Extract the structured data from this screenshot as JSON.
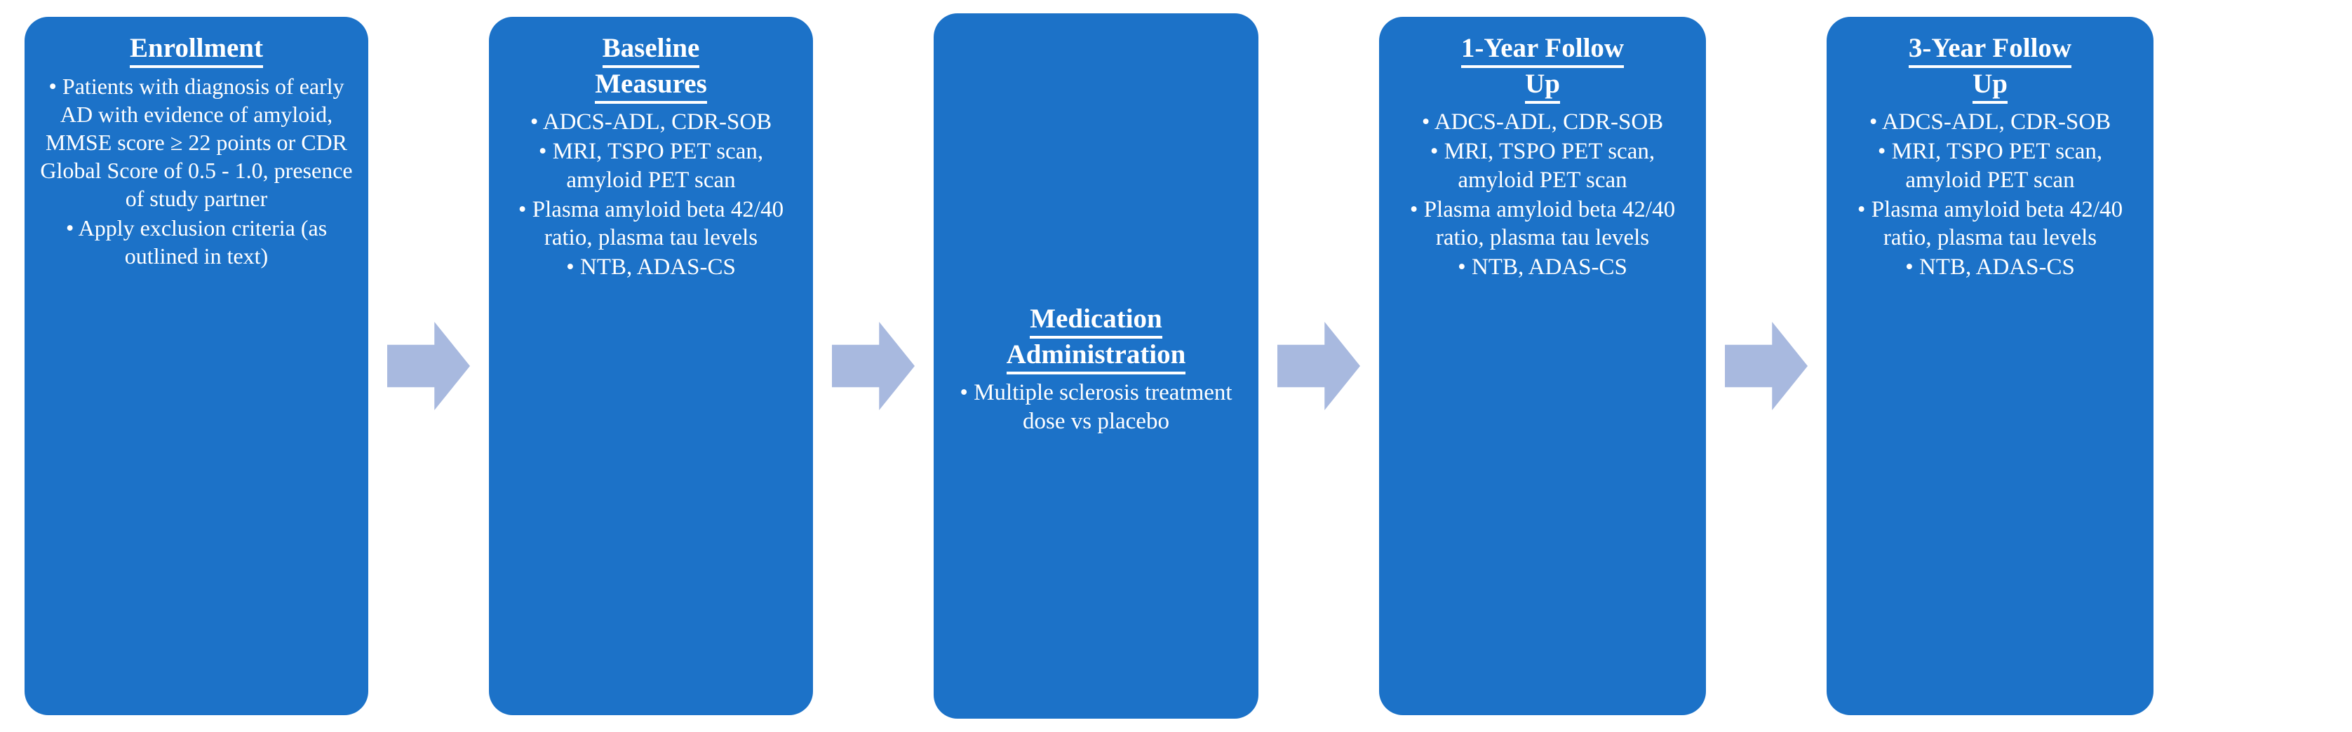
{
  "diagram": {
    "type": "study-flowchart",
    "colors": {
      "box_fill": "#1C72C8",
      "box_text": "#FFFFFF",
      "arrow_fill": "#A8B9DF",
      "background": "#FFFFFF"
    },
    "stages": [
      {
        "id": "enrollment",
        "title_lines": [
          "Enrollment"
        ],
        "bullets": [
          "Patients with diagnosis of early AD with evidence of amyloid, MMSE score ≥ 22 points or CDR Global Score of 0.5 - 1.0, presence of study partner",
          "Apply exclusion criteria (as outlined in text)"
        ]
      },
      {
        "id": "baseline-measures",
        "title_lines": [
          "Baseline",
          "Measures"
        ],
        "bullets": [
          "ADCS-ADL, CDR-SOB",
          "MRI, TSPO PET scan, amyloid PET scan",
          "Plasma amyloid beta 42/40 ratio, plasma tau levels",
          "NTB, ADAS-CS"
        ]
      },
      {
        "id": "medication-administration",
        "title_lines": [
          "Medication",
          "Administration"
        ],
        "bullets": [
          "Multiple sclerosis treatment dose vs placebo"
        ]
      },
      {
        "id": "one-year-follow-up",
        "title_lines": [
          "1-Year Follow",
          "Up"
        ],
        "bullets": [
          "ADCS-ADL, CDR-SOB",
          "MRI, TSPO PET scan, amyloid PET scan",
          "Plasma amyloid beta 42/40 ratio, plasma tau levels",
          "NTB, ADAS-CS"
        ]
      },
      {
        "id": "three-year-follow-up",
        "title_lines": [
          "3-Year Follow",
          "Up"
        ],
        "bullets": [
          "ADCS-ADL, CDR-SOB",
          "MRI, TSPO PET scan, amyloid PET scan",
          "Plasma amyloid beta 42/40 ratio, plasma tau levels",
          "NTB, ADAS-CS"
        ]
      }
    ],
    "connectors": [
      {
        "id": "arrow-1",
        "from": "enrollment",
        "to": "baseline-measures",
        "glyph": "right-arrow"
      },
      {
        "id": "arrow-2",
        "from": "baseline-measures",
        "to": "medication-administration",
        "glyph": "right-arrow"
      },
      {
        "id": "arrow-3",
        "from": "medication-administration",
        "to": "one-year-follow-up",
        "glyph": "right-arrow"
      },
      {
        "id": "arrow-4",
        "from": "one-year-follow-up",
        "to": "three-year-follow-up",
        "glyph": "right-arrow"
      }
    ],
    "bullet_glyph": "•"
  }
}
